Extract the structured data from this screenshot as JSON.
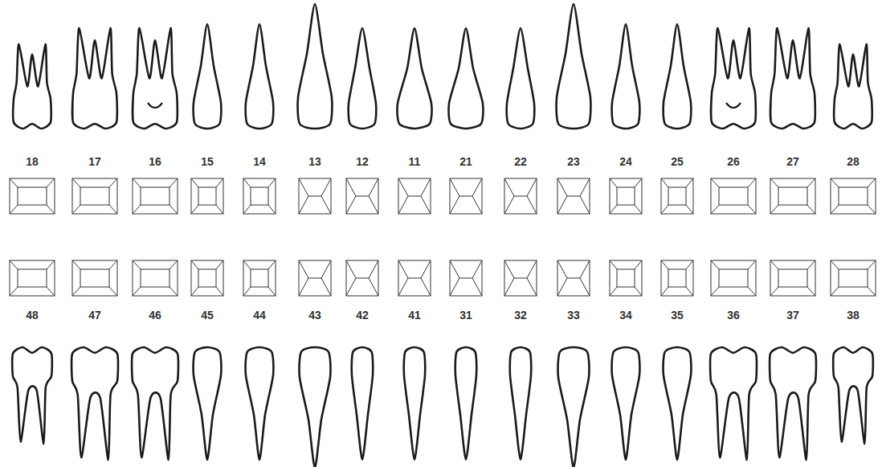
{
  "diagram": {
    "labels": [
      "18",
      "17",
      "16",
      "15",
      "14",
      "13",
      "12",
      "11",
      "21",
      "22",
      "23",
      "24",
      "25",
      "26",
      "27",
      "28",
      "48",
      "47",
      "46",
      "45",
      "44",
      "43",
      "42",
      "41",
      "31",
      "32",
      "33",
      "34",
      "35",
      "36",
      "37",
      "38"
    ]
  }
}
